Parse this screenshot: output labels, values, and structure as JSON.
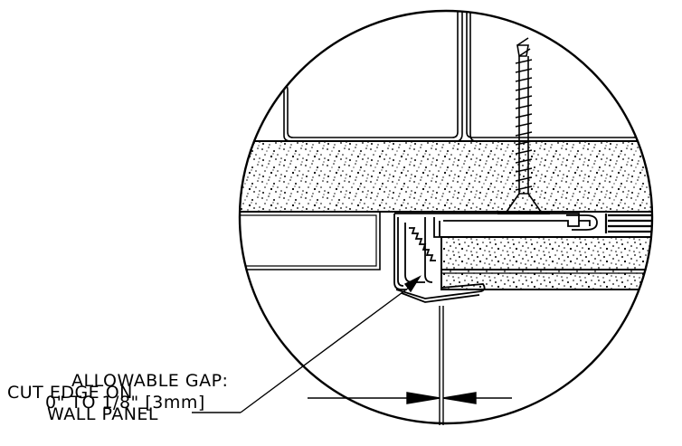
{
  "callouts": {
    "cut_edge": {
      "line1": "CUT EDGE ON",
      "line2": "WALL PANEL"
    },
    "allowable_gap": {
      "line1": "ALLOWABLE GAP:",
      "line2": "0\" TO 1/8\" [3mm]"
    }
  },
  "colors": {
    "ink": "#000000",
    "paper": "#ffffff"
  }
}
